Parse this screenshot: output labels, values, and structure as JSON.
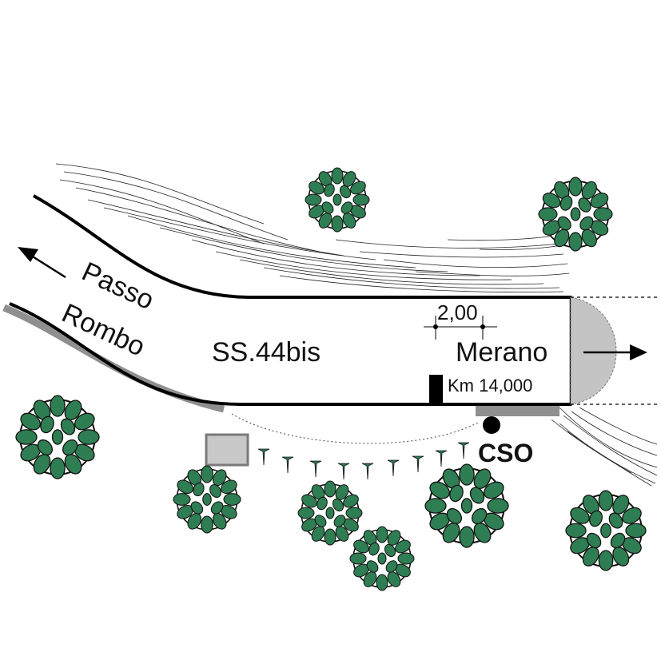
{
  "labels": {
    "direction_west": "Passo",
    "direction_west_2": "Rombo",
    "road_name": "SS.44bis",
    "direction_east": "Merano",
    "width_value": "2,00",
    "km_marker": "Km 14,000",
    "station": "CSO"
  },
  "icons": {
    "tree": "tree-icon",
    "arrow_left": "arrow-left-icon",
    "arrow_right": "arrow-right-icon",
    "marker_post": "km-post-icon",
    "station_dot": "station-point-icon",
    "building": "building-icon"
  },
  "colors": {
    "tree_fill": "#2f7d52",
    "tree_outline": "#111111",
    "road_line": "#000000",
    "verge_gray": "#8f8f8f",
    "building_fill": "#c8c8c8",
    "cap_fill": "#c4c4c4"
  }
}
